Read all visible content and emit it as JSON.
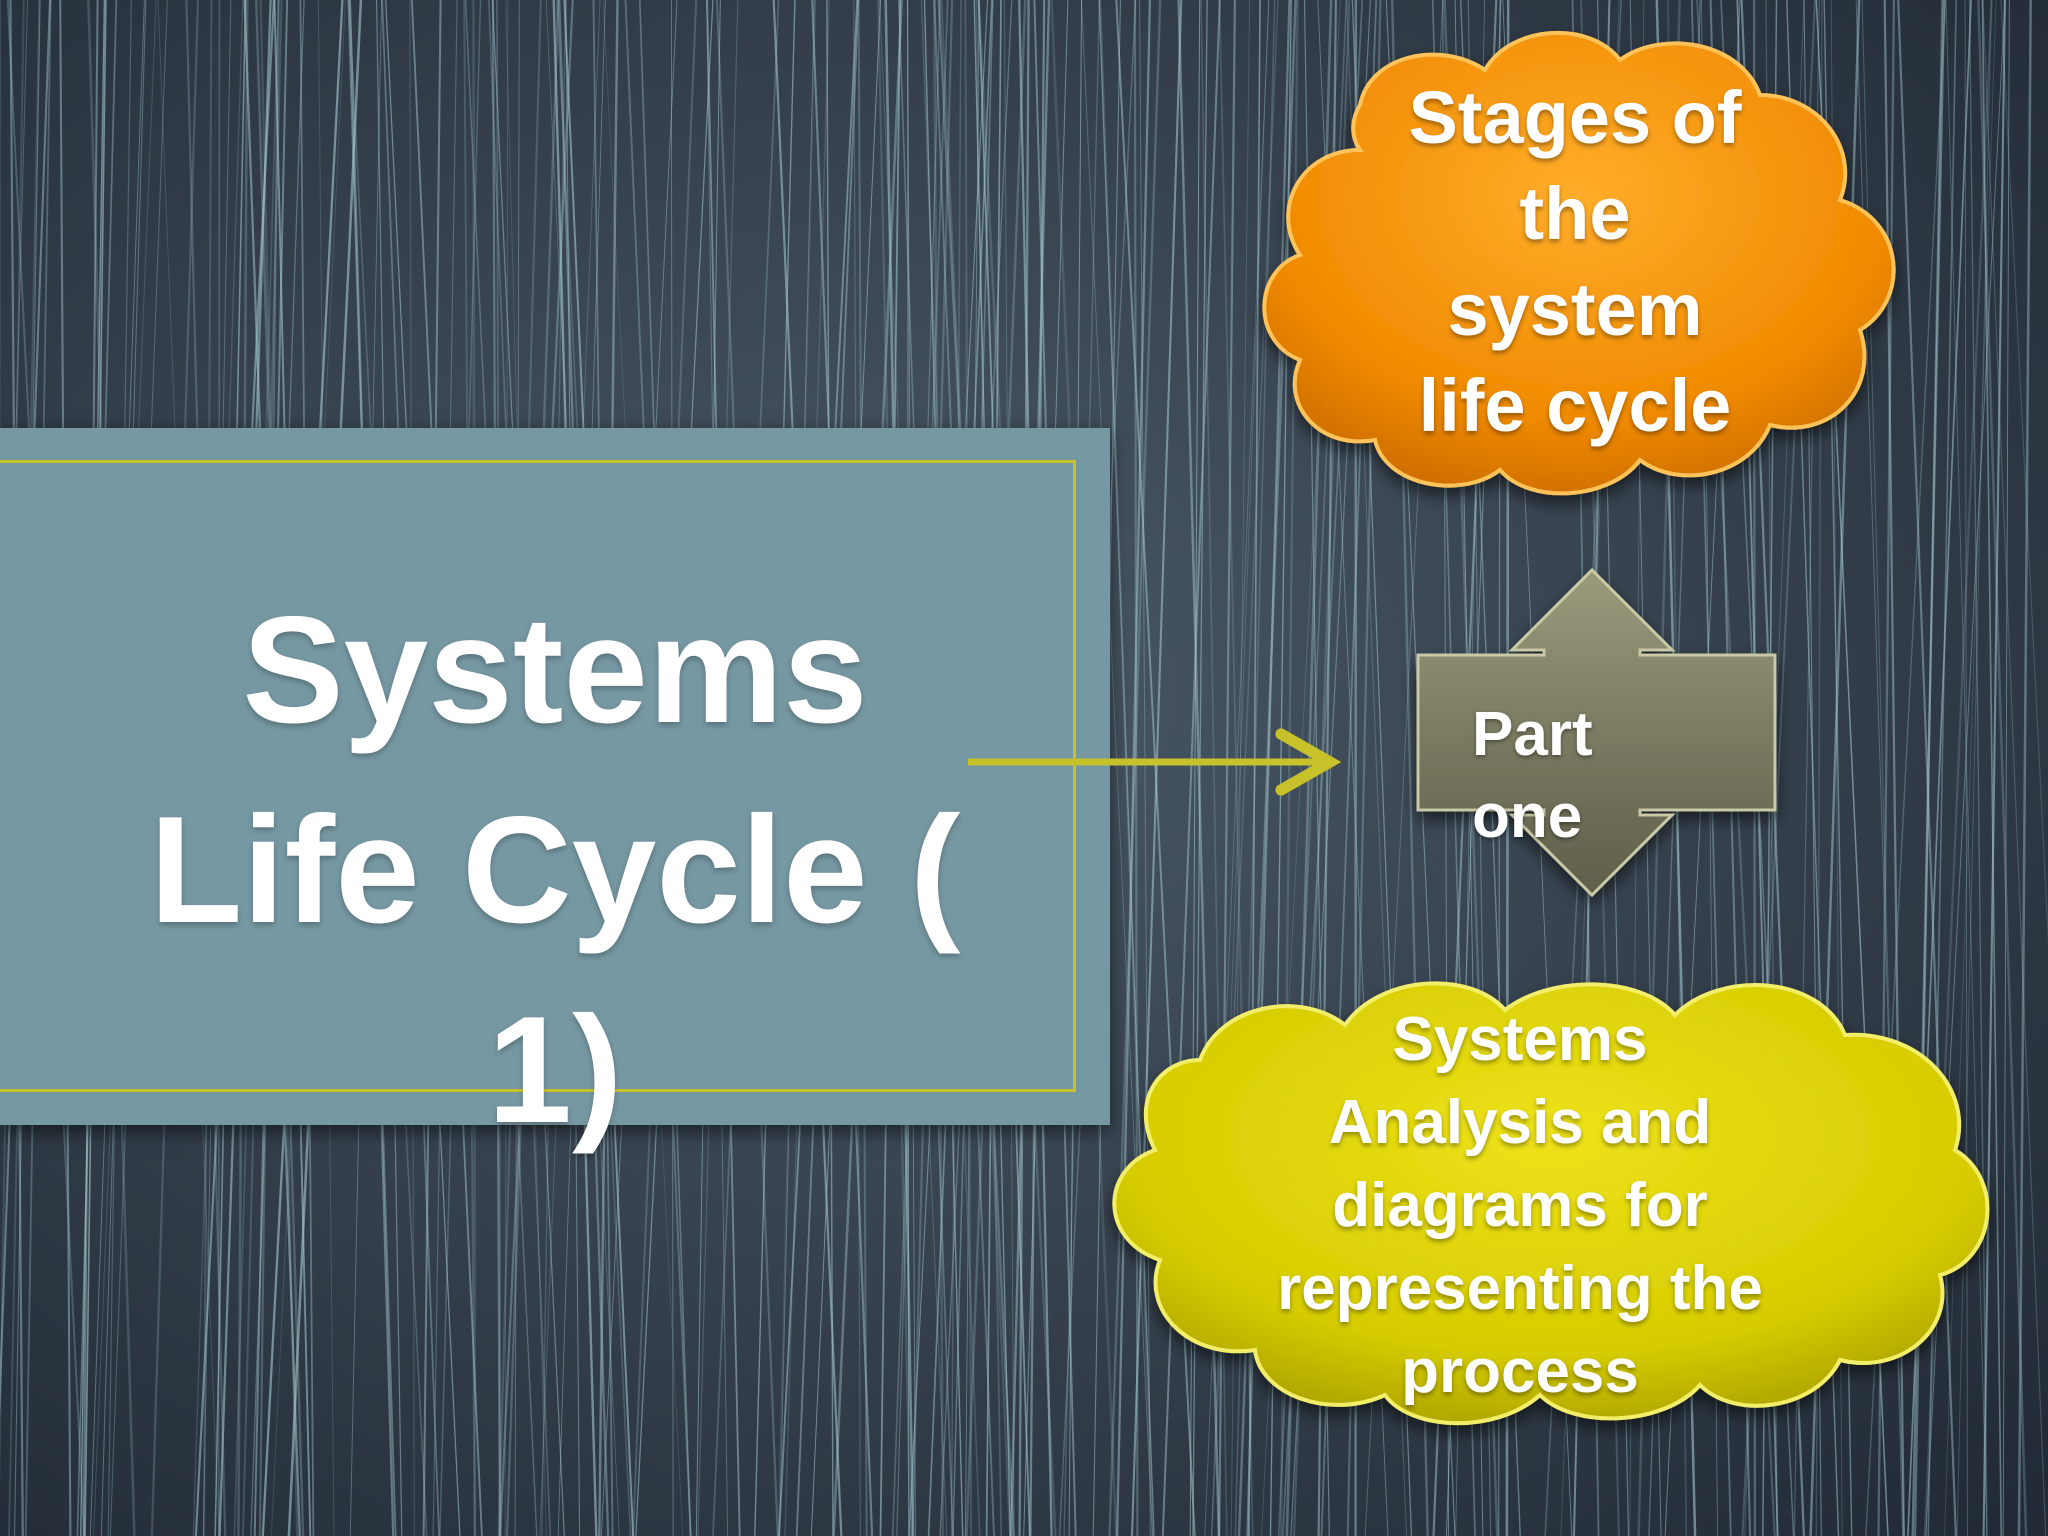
{
  "slide": {
    "title": "Systems Life Cycle ( 1)",
    "title_lines": [
      "Systems",
      "Life Cycle (",
      "1)"
    ]
  },
  "cloud_top": {
    "label": "Stages of the system life cycle",
    "lines": [
      "Stages of",
      "the",
      "system",
      "life cycle"
    ],
    "color": "#f08a00"
  },
  "connector": {
    "label": "Part one",
    "lines": [
      "Part",
      "one"
    ],
    "color": "#7b7b62"
  },
  "cloud_bottom": {
    "label": "Systems Analysis and diagrams for representing the process",
    "lines": [
      "Systems",
      "Analysis and",
      "diagrams for",
      "representing the",
      "process"
    ],
    "color": "#d6cc00"
  },
  "colors": {
    "background": "#2f3a47",
    "panel": "#7698a3",
    "frame": "#c7c22a",
    "arrow": "#c7c22a"
  }
}
